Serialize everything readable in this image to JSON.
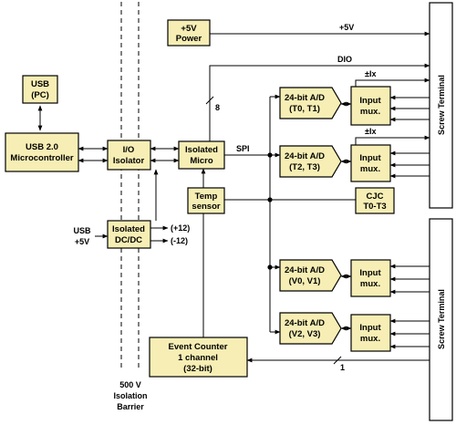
{
  "blocks": {
    "power": [
      "+5V",
      "Power"
    ],
    "usb_pc": [
      "USB",
      "(PC)"
    ],
    "usb_micro": [
      "USB 2.0",
      "Microcontroller"
    ],
    "io_isolator": [
      "I/O",
      "Isolator"
    ],
    "isolated_micro": [
      "Isolated",
      "Micro"
    ],
    "temp_sensor": [
      "Temp",
      "sensor"
    ],
    "cjc": [
      "CJC",
      "T0-T3"
    ],
    "isolated_dcdc": [
      "Isolated",
      "DC/DC"
    ],
    "event_counter": [
      "Event Counter",
      "1 channel",
      "(32-bit)"
    ],
    "ad_t01": [
      "24-bit A/D",
      "(T0, T1)"
    ],
    "ad_t23": [
      "24-bit A/D",
      "(T2, T3)"
    ],
    "ad_v01": [
      "24-bit A/D",
      "(V0, V1)"
    ],
    "ad_v23": [
      "24-bit A/D",
      "(V2, V3)"
    ],
    "mux": [
      "Input",
      "mux."
    ],
    "screw_terminal": "Screw Terminal"
  },
  "labels": {
    "plus5v": "+5V",
    "dio": "DIO",
    "dio_width": "8",
    "spi": "SPI",
    "ix": "±Ix",
    "usb_5v": [
      "USB",
      "+5V"
    ],
    "plus12": "(+12)",
    "minus12": "(-12)",
    "counter_width": "1",
    "barrier": [
      "500 V",
      "Isolation",
      "Barrier"
    ]
  }
}
